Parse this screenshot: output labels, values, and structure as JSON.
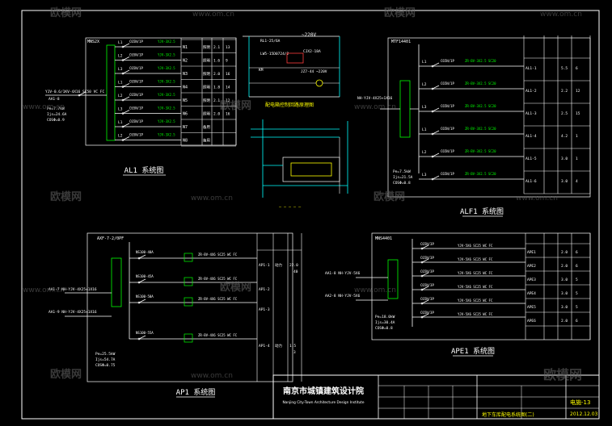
{
  "colors": {
    "background": "#000000",
    "frame": "#ffffff",
    "wire": "#ffffff",
    "cyan": "#00ffff",
    "green": "#00ff00",
    "red": "#ff3b3b",
    "yellow": "#ffff00",
    "watermark": "#6a6a6a"
  },
  "watermark": {
    "brand": "欧模网",
    "url": "www.om.cn"
  },
  "panels": {
    "al1": {
      "label": "AL1 系统图",
      "box_label": "MNS2X",
      "rows": [
        {
          "circuit": "N1",
          "desc": "照明",
          "power": "2.1",
          "count": "13"
        },
        {
          "circuit": "N2",
          "desc": "照明",
          "power": "1.6",
          "count": "9"
        },
        {
          "circuit": "N3",
          "desc": "照明",
          "power": "2.0",
          "count": "16"
        },
        {
          "circuit": "N4",
          "desc": "照明",
          "power": "1.8",
          "count": "14"
        },
        {
          "circuit": "N5",
          "desc": "照明",
          "power": "2.1",
          "count": "12"
        },
        {
          "circuit": "N6",
          "desc": "照明",
          "power": "2.0",
          "count": "16"
        },
        {
          "circuit": "N7",
          "desc": "备用",
          "power": "",
          "count": ""
        },
        {
          "circuit": "N8",
          "desc": "备用",
          "power": "",
          "count": ""
        }
      ],
      "incoming": "YJV-0.6/1KV-4X16 SC50 VC FC",
      "incoming_sub": "AA1-8",
      "params": [
        "Pe=7.7kW",
        "Ijs=24.6A",
        "COSΦ=0.9"
      ]
    },
    "ctrl": {
      "top_label": "~220V",
      "items": [
        "RL1-25/6A",
        "LW5-15D0724/2",
        "KM",
        "CJX2-18A",
        "JZ7-44 ~220V"
      ],
      "caption": "配电箱控制回路原理图"
    },
    "alf1": {
      "label": "ALF1 系统图",
      "box_label": "MTF14401",
      "rows": [
        {
          "circuit": "AL1-1",
          "power": "5.5",
          "count": "6"
        },
        {
          "circuit": "AL1-2",
          "power": "2.2",
          "count": "12"
        },
        {
          "circuit": "AL1-3",
          "power": "2.5",
          "count": "15"
        },
        {
          "circuit": "AL1-4",
          "power": "4.2",
          "count": "1"
        },
        {
          "circuit": "AL1-5",
          "power": "3.0",
          "count": "1"
        },
        {
          "circuit": "AL1-6",
          "power": "3.0",
          "count": "4"
        }
      ],
      "incoming": "NH-YJV-4X25+1X16",
      "params": [
        "Pe=7.5kW",
        "Ijs=21.5A",
        "COSΦ=0.8"
      ]
    },
    "ap1": {
      "label": "AP1 系统图",
      "box_label": "AXF-7-2/0PF",
      "rows": [
        {
          "circuit": "AP1-1",
          "desc": "动力",
          "power": "22.0",
          "count": "40"
        },
        {
          "circuit": "AP1-2",
          "desc": "",
          "power": "",
          "count": ""
        },
        {
          "circuit": "AP1-3",
          "desc": "",
          "power": "",
          "count": ""
        },
        {
          "circuit": "AP1-4",
          "desc": "动力",
          "power": "1.5",
          "count": "3"
        }
      ],
      "incoming": [
        "AA1-7 NH-YJV-4X25+1X16",
        "AA1-9 NH-YJV-4X25+1X16"
      ],
      "params": [
        "Pe=25.5kW",
        "Ijs=54.7A",
        "COSΦ=0.75"
      ]
    },
    "ape1": {
      "label": "APE1 系统图",
      "box_label": "MNS4401",
      "rows": [
        {
          "circuit": "APE1",
          "power": "2.0",
          "count": "6"
        },
        {
          "circuit": "APE2",
          "power": "2.0",
          "count": "6"
        },
        {
          "circuit": "APE3",
          "power": "3.0",
          "count": "5"
        },
        {
          "circuit": "APE4",
          "power": "3.0",
          "count": "5"
        },
        {
          "circuit": "APE5",
          "power": "3.0",
          "count": "5"
        },
        {
          "circuit": "APE6",
          "power": "2.0",
          "count": "6"
        }
      ],
      "incoming": [
        "AA1-8 NH-YJV-5X6",
        "AA2-8 NH-YJV-5X6"
      ],
      "params": [
        "Pe=18.0kW",
        "Ijs=30.4A",
        "COSΦ=0.8"
      ]
    }
  },
  "title_block": {
    "company": "南京市城镇建筑设计院",
    "company_en": "Nanjing City-Town Architecture Design Institute",
    "project": "地下车库配电系统图(二)",
    "drawing_no": "电施-13",
    "date": "2012.12.03"
  }
}
